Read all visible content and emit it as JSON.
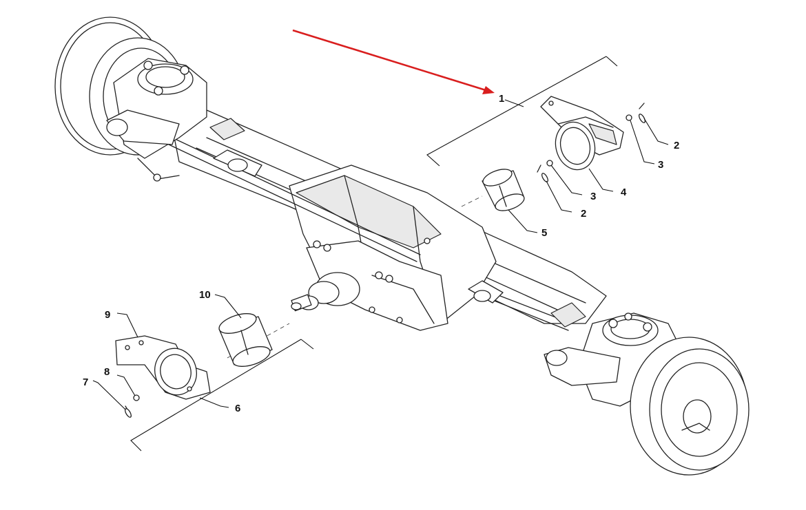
{
  "callouts": [
    {
      "id": "c1",
      "text": "1"
    },
    {
      "id": "c2a",
      "text": "2"
    },
    {
      "id": "c3a",
      "text": "3"
    },
    {
      "id": "c3b",
      "text": "3"
    },
    {
      "id": "c2b",
      "text": "2"
    },
    {
      "id": "c4",
      "text": "4"
    },
    {
      "id": "c5",
      "text": "5"
    },
    {
      "id": "c10",
      "text": "10"
    },
    {
      "id": "c9",
      "text": "9"
    },
    {
      "id": "c8",
      "text": "8"
    },
    {
      "id": "c7",
      "text": "7"
    },
    {
      "id": "c6",
      "text": "6"
    }
  ],
  "colors": {
    "arrow": "#d91e1e",
    "line": "#222222",
    "shade": "#e9e9e9"
  }
}
